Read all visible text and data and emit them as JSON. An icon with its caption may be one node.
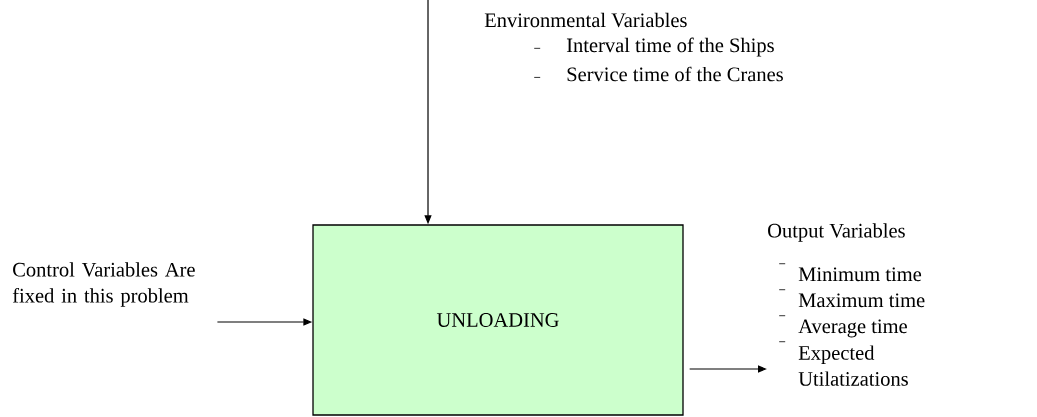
{
  "diagram": {
    "nodes": [
      {
        "text": [
          "UNLOADING"
        ]
      },
      {
        "text": [
          "Control Variables Are fixed in this problem"
        ]
      },
      {
        "text": [
          "Output Variables",
          "Minimum time",
          "Maximum time",
          "Average time",
          "Expected Utilatizations"
        ]
      }
    ],
    "edges": [
      {
        "from": null,
        "to": 0,
        "arrow": "to"
      },
      {
        "from": 1,
        "to": 0,
        "arrow": "to"
      },
      {
        "from": 0,
        "to": 2,
        "arrow": "to"
      }
    ],
    "labels": [
      "Environmental Variables",
      "Interval time of the Ships",
      "Service time of the Cranes"
    ]
  }
}
